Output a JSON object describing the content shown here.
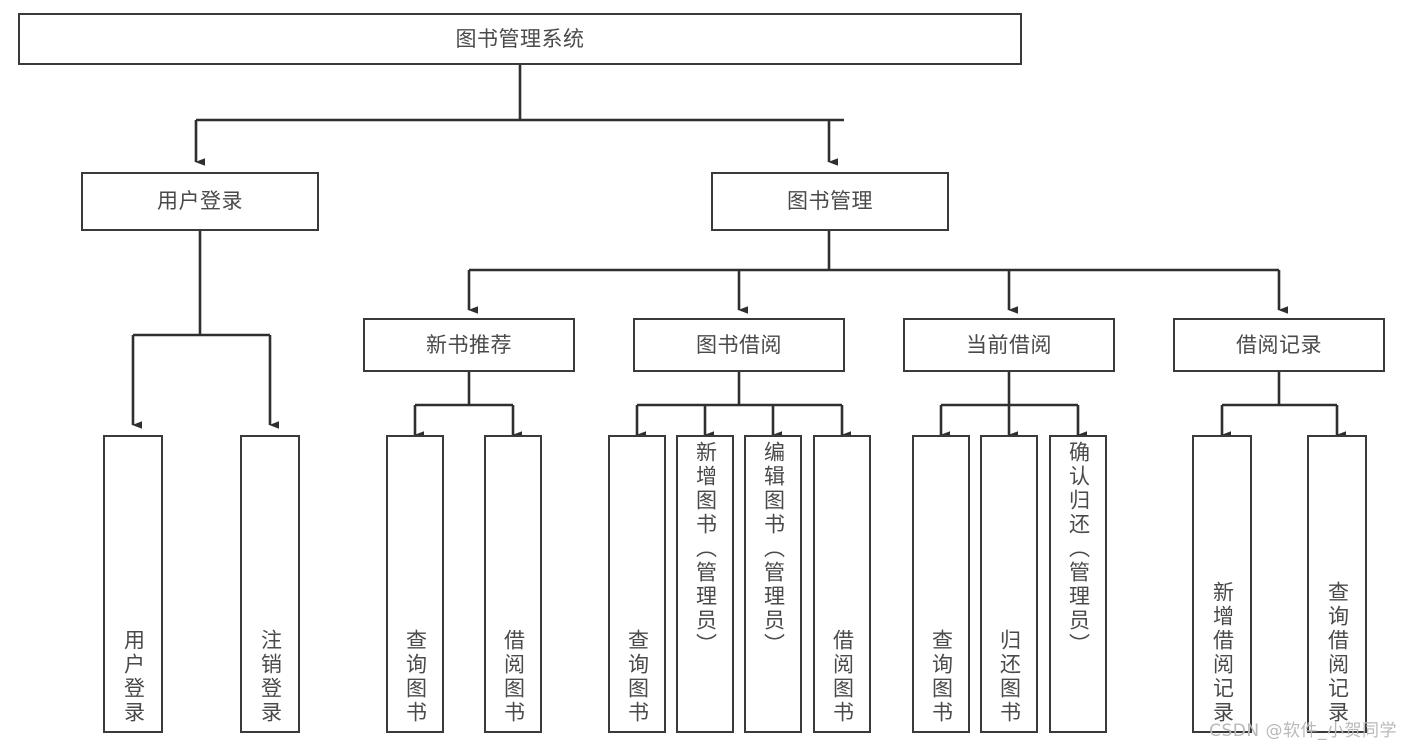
{
  "diagram": {
    "type": "tree-hierarchy",
    "title": "图书管理系统",
    "root": {
      "id": "root",
      "label": "图书管理系统",
      "orientation": "horizontal"
    },
    "level2": [
      {
        "id": "user-login",
        "label": "用户登录",
        "orientation": "horizontal"
      },
      {
        "id": "book-management",
        "label": "图书管理",
        "orientation": "horizontal"
      }
    ],
    "level3": [
      {
        "id": "new-book-recommend",
        "label": "新书推荐",
        "orientation": "horizontal",
        "parent": "book-management"
      },
      {
        "id": "book-borrow",
        "label": "图书借阅",
        "orientation": "horizontal",
        "parent": "book-management"
      },
      {
        "id": "current-borrow",
        "label": "当前借阅",
        "orientation": "horizontal",
        "parent": "book-management"
      },
      {
        "id": "borrow-record",
        "label": "借阅记录",
        "orientation": "horizontal",
        "parent": "book-management"
      }
    ],
    "leaves": [
      {
        "id": "leaf-user-login",
        "label": "用户登录",
        "parent": "user-login",
        "orientation": "vertical"
      },
      {
        "id": "leaf-user-logout",
        "label": "注销登录",
        "parent": "user-login",
        "orientation": "vertical"
      },
      {
        "id": "leaf-query-book-1",
        "label": "查询图书",
        "parent": "new-book-recommend",
        "orientation": "vertical"
      },
      {
        "id": "leaf-borrow-book-1",
        "label": "借阅图书",
        "parent": "new-book-recommend",
        "orientation": "vertical"
      },
      {
        "id": "leaf-query-book-2",
        "label": "查询图书",
        "parent": "book-borrow",
        "orientation": "vertical"
      },
      {
        "id": "leaf-add-book",
        "label": "新增图书（管理员）",
        "parent": "book-borrow",
        "orientation": "vertical"
      },
      {
        "id": "leaf-edit-book",
        "label": "编辑图书（管理员）",
        "parent": "book-borrow",
        "orientation": "vertical"
      },
      {
        "id": "leaf-borrow-book-2",
        "label": "借阅图书",
        "parent": "book-borrow",
        "orientation": "vertical"
      },
      {
        "id": "leaf-query-book-3",
        "label": "查询图书",
        "parent": "current-borrow",
        "orientation": "vertical"
      },
      {
        "id": "leaf-return-book",
        "label": "归还图书",
        "parent": "current-borrow",
        "orientation": "vertical"
      },
      {
        "id": "leaf-confirm-return",
        "label": "确认归还（管理员）",
        "parent": "current-borrow",
        "orientation": "vertical"
      },
      {
        "id": "leaf-add-record",
        "label": "新增借阅记录",
        "parent": "borrow-record",
        "orientation": "vertical"
      },
      {
        "id": "leaf-query-record",
        "label": "查询借阅记录",
        "parent": "borrow-record",
        "orientation": "vertical"
      }
    ],
    "colors": {
      "stroke": "#3a3a3a",
      "text": "#4a4a4a",
      "background": "#ffffff",
      "watermark": "#b9b9b9"
    }
  },
  "watermark": {
    "text": "CSDN @软件_小贺同学"
  }
}
